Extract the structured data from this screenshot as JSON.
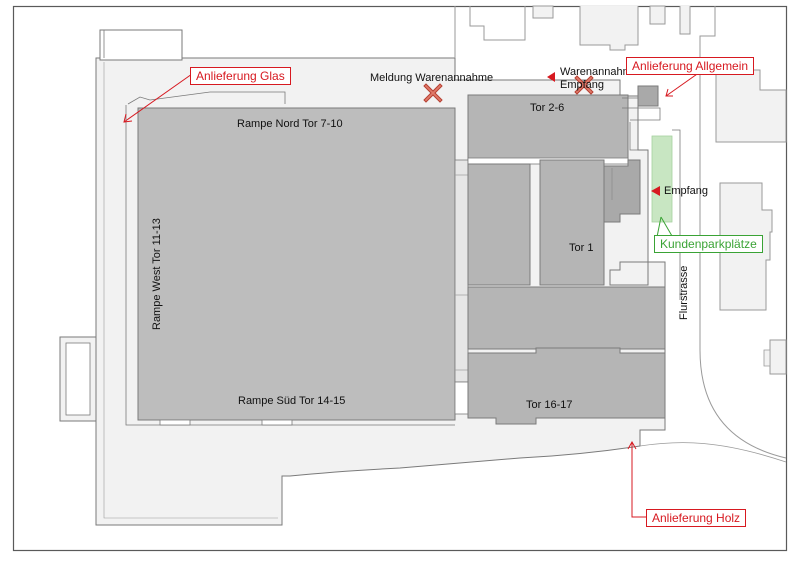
{
  "colors": {
    "frame": "#5a5a5a",
    "site_fill": "#f2f2f2",
    "building_fill": "#bdbdbd",
    "building_dark": "#a9a9a9",
    "outline": "#7a7a7a",
    "marker_red": "#d71920",
    "cross_fill": "#e07a6a",
    "cross_stroke": "#b64032",
    "parking_green": "#c8e6c2",
    "callout_red": "#d71920",
    "callout_green": "#3aa335"
  },
  "buildings": {
    "rampe_nord": "Rampe Nord Tor 7-10",
    "rampe_west": "Rampe West Tor 11-13",
    "rampe_sued": "Rampe Süd Tor 14-15",
    "tor_2_6": "Tor 2-6",
    "tor_1": "Tor 1",
    "tor_16_17": "Tor 16-17"
  },
  "street": "Flurstrasse",
  "markers": {
    "meldung": "Meldung Warenannahme",
    "warenannahme": "Warenannahme",
    "empfang_top": "Empfang",
    "empfang": "Empfang"
  },
  "callouts": {
    "glas": "Anlieferung Glas",
    "allgemein": "Anlieferung Allgemein",
    "kundenparkplaetze": "Kundenparkplätze",
    "holz": "Anlieferung Holz"
  },
  "icons": {
    "arrow_marker": "red-triangle-marker-icon",
    "cross_marker": "cross-marker-icon"
  }
}
